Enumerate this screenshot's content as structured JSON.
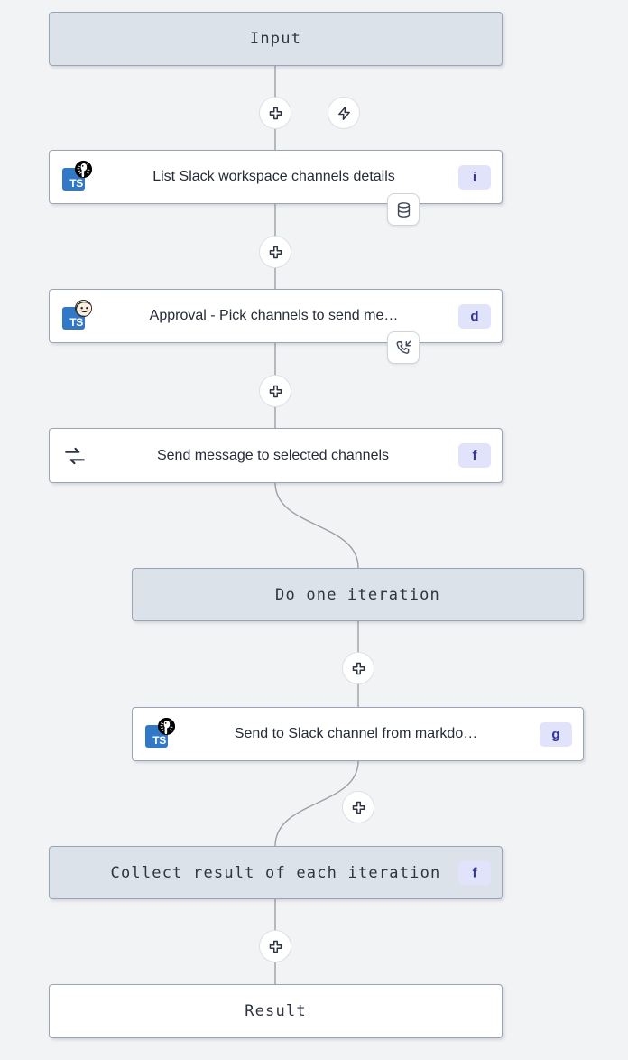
{
  "canvas": {
    "background": "#f2f3f5",
    "accent_badge_bg": "#e1e3fb",
    "accent_badge_fg": "#33339d",
    "virtual_node_bg": "#dce2e9",
    "node_border": "#9aa5b4",
    "wire_color": "#9aa0a6",
    "ts_blue": "#3178c6"
  },
  "nodes": {
    "input": {
      "label": "Input",
      "kind": "input"
    },
    "list_channels": {
      "label": "List Slack workspace channels details",
      "badge": "i",
      "language": "TS",
      "runtime": "deno",
      "kind_icon": "database-icon"
    },
    "approval": {
      "label": "Approval - Pick channels to send me…",
      "badge": "d",
      "language": "TS",
      "runtime": "bun",
      "kind_icon": "phone-incoming-icon"
    },
    "forloop": {
      "label": "Send message to selected channels",
      "badge": "f",
      "icon": "loop-icon"
    },
    "do_one_iteration": {
      "label": "Do one iteration",
      "kind": "virtual"
    },
    "send_to_slack": {
      "label": "Send to Slack channel from markdo…",
      "badge": "g",
      "language": "TS",
      "runtime": "deno"
    },
    "collect_result": {
      "label": "Collect result of each iteration",
      "badge": "f",
      "kind": "virtual"
    },
    "result": {
      "label": "Result",
      "kind": "result"
    }
  },
  "wire_buttons": {
    "add_1": {
      "icon": "plus-icon",
      "title": "Add step"
    },
    "trigger_1": {
      "icon": "lightning-icon",
      "title": "Add trigger"
    },
    "add_2": {
      "icon": "plus-icon",
      "title": "Add step"
    },
    "add_3": {
      "icon": "plus-icon",
      "title": "Add step"
    },
    "add_4": {
      "icon": "plus-icon",
      "title": "Add step"
    },
    "add_5": {
      "icon": "plus-icon",
      "title": "Add step"
    },
    "add_6": {
      "icon": "plus-icon",
      "title": "Add step"
    }
  }
}
